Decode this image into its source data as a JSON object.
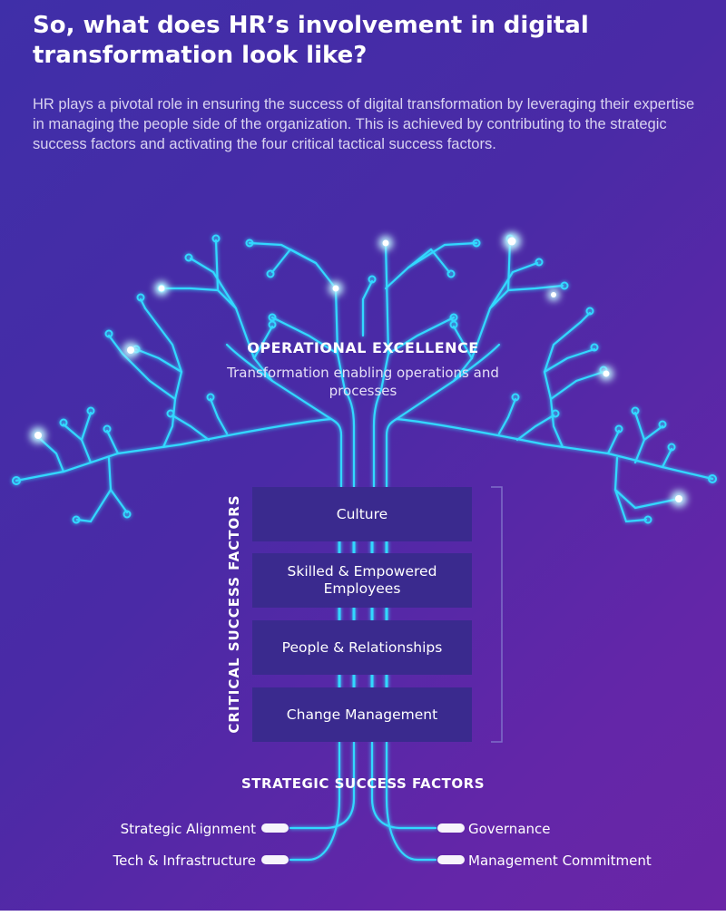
{
  "header": {
    "title": "So, what does HR’s involvement in digital transformation look like?",
    "intro": "HR plays a pivotal role in ensuring the success of digital transformation by leveraging their expertise in managing the people side of the organization. This is achieved by contributing to the strategic success factors and activating the four critical tactical success factors."
  },
  "canopy": {
    "title": "OPERATIONAL EXCELLENCE",
    "subtitle": "Transformation enabling operations and processes"
  },
  "critical_factors": {
    "label": "CRITICAL SUCCESS FACTORS",
    "items": [
      "Culture",
      "Skilled & Empowered Employees",
      "People & Relationships",
      "Change Management"
    ]
  },
  "strategic_factors": {
    "title": "STRATEGIC SUCCESS FACTORS",
    "left": [
      "Strategic Alignment",
      "Tech & Infrastructure"
    ],
    "right": [
      "Governance",
      "Management Commitment"
    ]
  },
  "colors": {
    "background_start": "#3f2fa8",
    "background_end": "#6a25a6",
    "line": "#33d8ff",
    "glow": "#ffffff",
    "box": "#3a2a8e",
    "text": "#ffffff"
  },
  "icons": [
    "glowing-node-icon",
    "connector-plug-icon"
  ]
}
